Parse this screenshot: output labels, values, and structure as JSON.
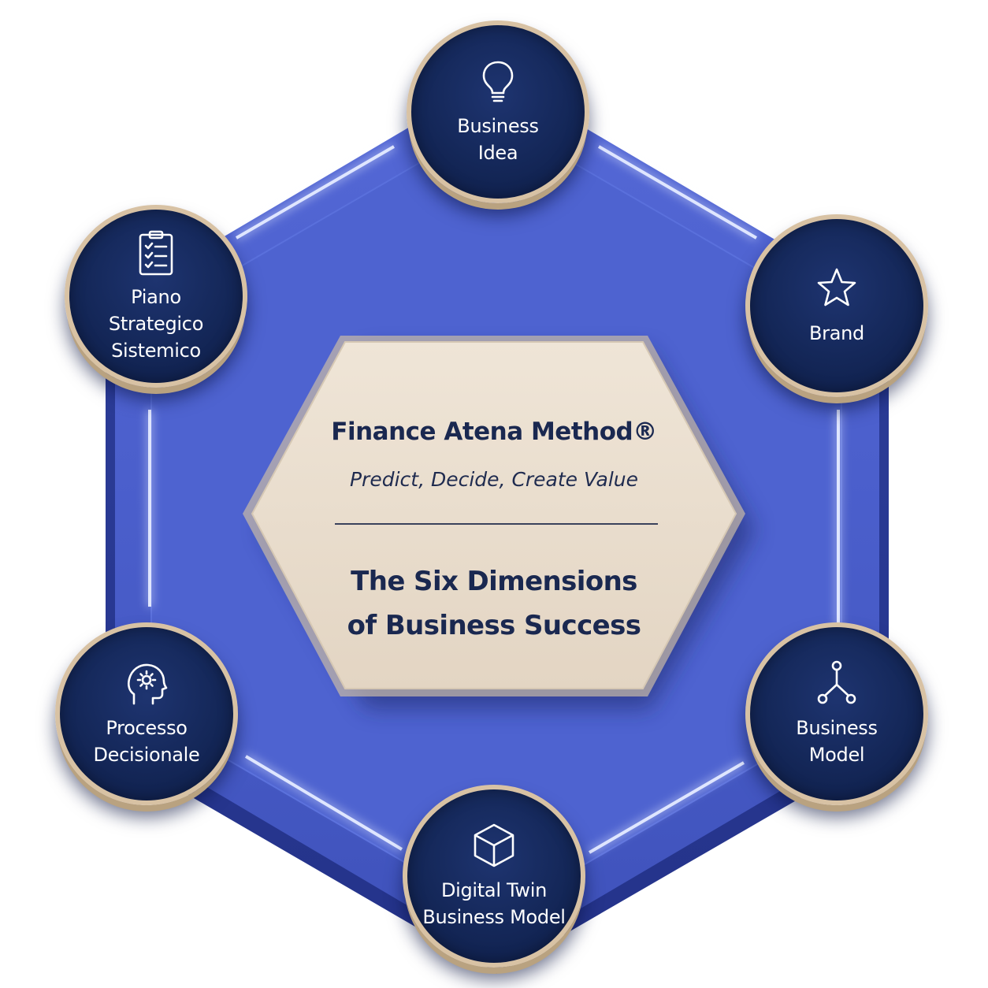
{
  "center": {
    "title": "Finance Atena Method®",
    "subtitle": "Predict, Decide, Create Value",
    "heading": "The Six Dimensions\nof Business Success"
  },
  "nodes": [
    {
      "id": "business-idea",
      "label": "Business\nIdea",
      "icon": "lightbulb-icon"
    },
    {
      "id": "brand",
      "label": "Brand",
      "icon": "star-icon"
    },
    {
      "id": "business-model",
      "label": "Business\nModel",
      "icon": "hierarchy-icon"
    },
    {
      "id": "digital-twin",
      "label": "Digital Twin\nBusiness Model",
      "icon": "cube-icon"
    },
    {
      "id": "processo-decisionale",
      "label": "Processo\nDecisionale",
      "icon": "head-gear-icon"
    },
    {
      "id": "piano-strategico",
      "label": "Piano\nStrategico\nSistemico",
      "icon": "clipboard-checklist-icon"
    }
  ],
  "colors": {
    "hexagon": "#4a5fcc",
    "node_fill": "#142758",
    "node_rim": "#d8c2a4",
    "center_plate": "#e8dccd",
    "glow": "#9fb3ff",
    "text_dark": "#1a2850"
  }
}
